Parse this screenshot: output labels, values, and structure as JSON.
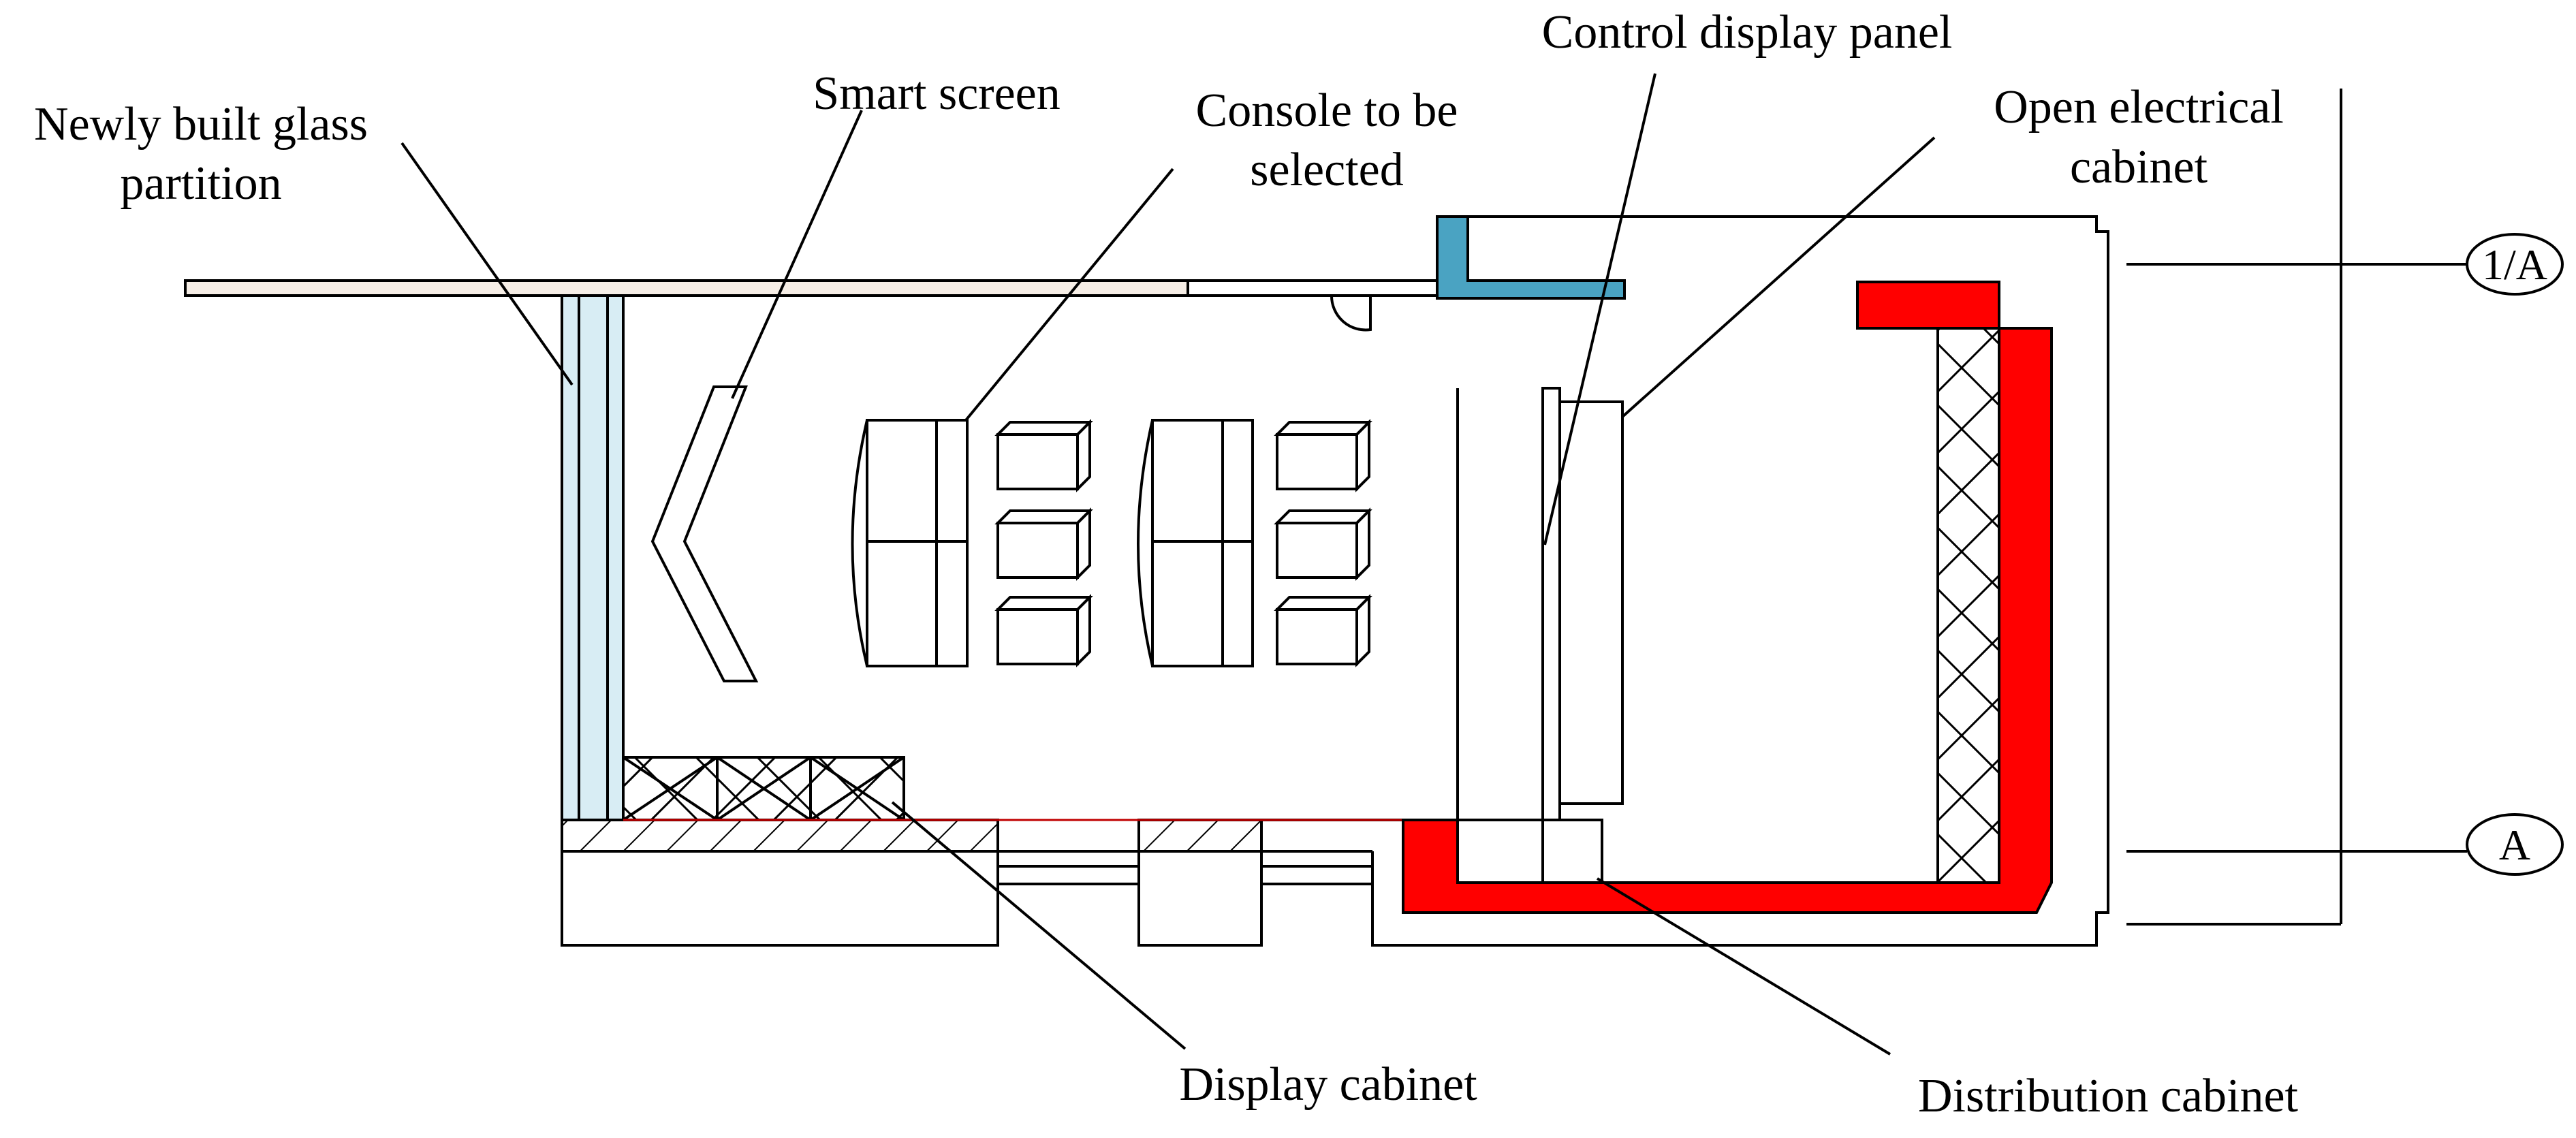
{
  "labels": {
    "glass_partition": [
      "Newly built glass",
      "partition"
    ],
    "smart_screen": "Smart screen",
    "console": [
      "Console to be",
      "selected"
    ],
    "control_panel": "Control display panel",
    "open_cabinet": [
      "Open electrical",
      "cabinet"
    ],
    "display_cabinet": "Display cabinet",
    "distribution_cabinet": "Distribution cabinet"
  },
  "axes": {
    "upper": "1/A",
    "lower": "A"
  },
  "colors": {
    "partition_beam": "#f6eee6",
    "glass": "#d8edf4",
    "blue_wall": "#4aa3c2",
    "red_wall": "#ff0000",
    "line": "#000000"
  }
}
